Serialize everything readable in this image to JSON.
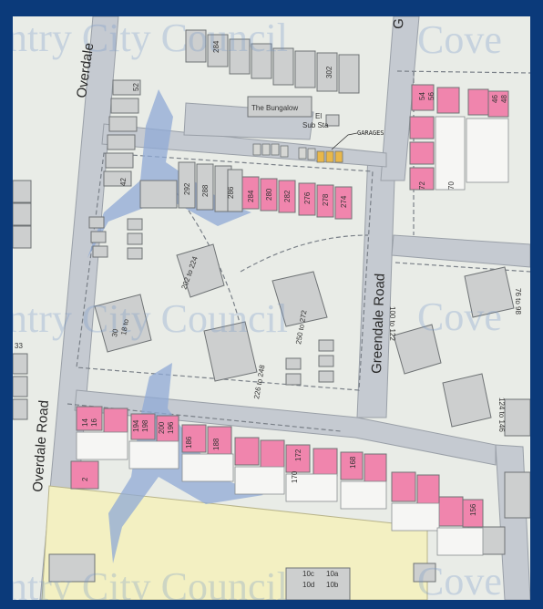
{
  "roads": {
    "overdale_top": "Overdale",
    "overdale_bottom": "Overdale Road",
    "greendale": "Greendale Road",
    "top_right_partial": "G"
  },
  "watermark": {
    "text_1": "ntry City Council",
    "text_2": "Cove",
    "text_3": "ntry City Council",
    "text_4": "Cove",
    "text_5": "ntry City Council",
    "text_6": "Cove"
  },
  "labels": {
    "bungalow": "The Bungalow",
    "el_sub_sta_1": "El",
    "el_sub_sta_2": "Sub Sta",
    "garages": "GARAGES"
  },
  "house_numbers": {
    "n284_top": "284",
    "n302": "302",
    "n52": "52",
    "n42": "42",
    "n292": "292",
    "n288": "288",
    "n286": "286",
    "n284": "284",
    "n280": "280",
    "n282": "282",
    "n276": "276",
    "n278": "278",
    "n274": "274",
    "n54": "54",
    "n56": "56",
    "n46": "46",
    "n48": "48",
    "n72": "72",
    "n70": "70",
    "n202": "202 to 224",
    "n18": "18 to",
    "n30": "30",
    "n250": "250 to 272",
    "n226": "226 to 248",
    "n100": "100 to 122",
    "n76": "76 to 98",
    "n124": "124 to 146",
    "n33": "33",
    "n14": "14",
    "n16": "16",
    "n194": "194",
    "n198": "198",
    "n200": "200",
    "n196": "196",
    "n186": "186",
    "n188": "188",
    "n172": "172",
    "n170": "170",
    "n168": "168",
    "n156": "156",
    "n2": "2",
    "n10c": "10c",
    "n10a": "10a",
    "n10d": "10d",
    "n10b": "10b"
  }
}
